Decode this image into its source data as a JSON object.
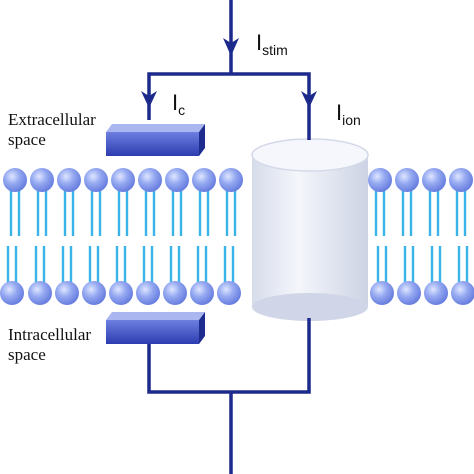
{
  "labels": {
    "extracellular_line1": "Extracellular",
    "extracellular_line2": "space",
    "intracellular_line1": "Intracellular",
    "intracellular_line2": "space",
    "i_stim_main": "I",
    "i_stim_sub": "stim",
    "i_c_main": "I",
    "i_c_sub": "c",
    "i_ion_main": "I",
    "i_ion_sub": "ion"
  },
  "colors": {
    "wire": "#1c2a8c",
    "lipid_head": "#8aa0ee",
    "lipid_tail": "#39b3e8",
    "capacitor_plate": "#4658c8",
    "channel": "#e9edf6"
  }
}
